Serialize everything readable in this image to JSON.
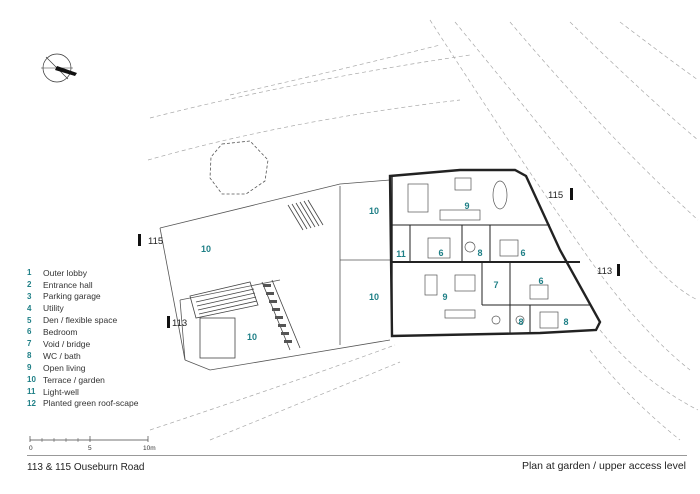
{
  "title": "113 & 115 Ouseburn Road",
  "subtitle": "Plan at garden / upper access level",
  "legend": [
    {
      "num": "1",
      "label": "Outer lobby"
    },
    {
      "num": "2",
      "label": "Entrance hall"
    },
    {
      "num": "3",
      "label": "Parking garage"
    },
    {
      "num": "4",
      "label": "Utility"
    },
    {
      "num": "5",
      "label": "Den / flexible space"
    },
    {
      "num": "6",
      "label": "Bedroom"
    },
    {
      "num": "7",
      "label": "Void / bridge"
    },
    {
      "num": "8",
      "label": "WC / bath"
    },
    {
      "num": "9",
      "label": "Open living"
    },
    {
      "num": "10",
      "label": "Terrace / garden"
    },
    {
      "num": "11",
      "label": "Light-well"
    },
    {
      "num": "12",
      "label": "Planted green roof-scape"
    }
  ],
  "scale_bar": {
    "ticks": [
      "0",
      "5",
      "10m"
    ]
  },
  "house_tags": {
    "t115_top": "115",
    "t115_left": "115",
    "t113_right": "113",
    "t113_left": "113"
  },
  "rooms": {
    "r10a": "10",
    "r10b": "10",
    "r10c": "10",
    "r10d": "10",
    "r9a": "9",
    "r9b": "9",
    "r11": "11",
    "r6a": "6",
    "r6b": "6",
    "r6c": "6",
    "r8a": "8",
    "r8b": "8",
    "r8c": "8",
    "r7": "7"
  },
  "colors": {
    "accent": "#1e7f86",
    "line": "#444444",
    "dash": "#9a9a9a"
  }
}
